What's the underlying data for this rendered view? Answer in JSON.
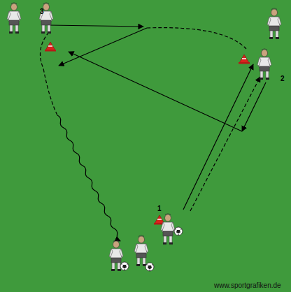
{
  "diagram": {
    "labels": [
      "3",
      "2",
      "1",
      "www.sportgrafiken.de"
    ]
  }
}
